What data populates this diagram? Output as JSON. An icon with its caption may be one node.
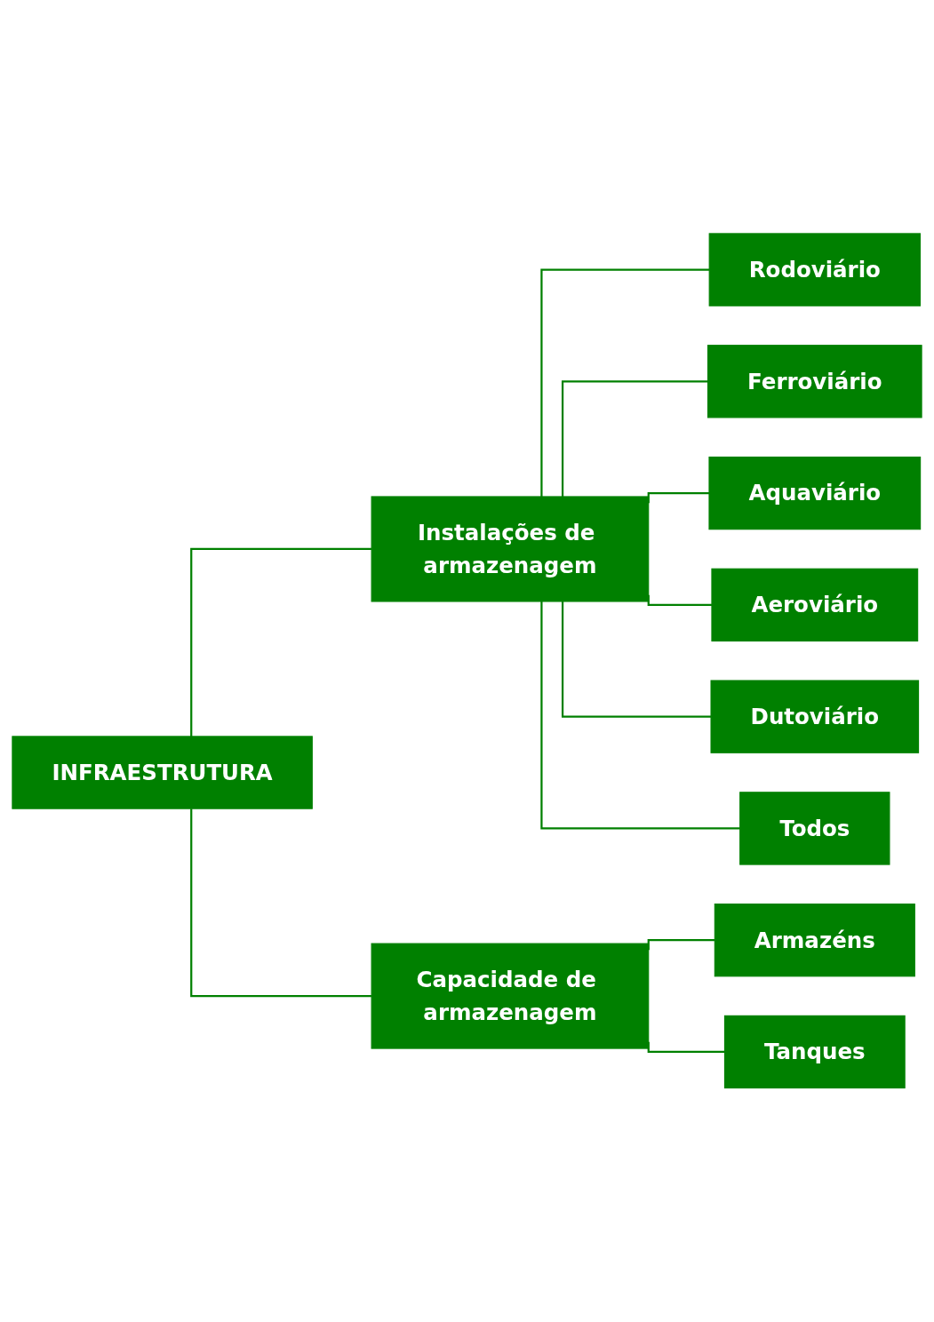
{
  "diagram": {
    "nodes": [
      {
        "text": [
          "INFRAESTRUTURA"
        ]
      },
      {
        "text": [
          "Instalações de armazenagem"
        ]
      },
      {
        "text": [
          "Capacidade de armazenagem"
        ]
      },
      {
        "text": [
          "Rodoviário"
        ]
      },
      {
        "text": [
          "Ferroviário"
        ]
      },
      {
        "text": [
          "Aquaviário"
        ]
      },
      {
        "text": [
          "Aeroviário"
        ]
      },
      {
        "text": [
          "Dutoviário"
        ]
      },
      {
        "text": [
          "Todos"
        ]
      },
      {
        "text": [
          "Armazéns"
        ]
      },
      {
        "text": [
          "Tanques"
        ]
      }
    ],
    "edges": [
      {
        "from": 0,
        "to": 1,
        "arrow": "none"
      },
      {
        "from": 0,
        "to": 2,
        "arrow": "none"
      },
      {
        "from": 1,
        "to": 3,
        "arrow": "none"
      },
      {
        "from": 1,
        "to": 4,
        "arrow": "none"
      },
      {
        "from": 1,
        "to": 5,
        "arrow": "none"
      },
      {
        "from": 1,
        "to": 6,
        "arrow": "none"
      },
      {
        "from": 1,
        "to": 7,
        "arrow": "none"
      },
      {
        "from": 1,
        "to": 8,
        "arrow": "none"
      },
      {
        "from": 2,
        "to": 9,
        "arrow": "none"
      },
      {
        "from": 2,
        "to": 10,
        "arrow": "none"
      }
    ]
  }
}
